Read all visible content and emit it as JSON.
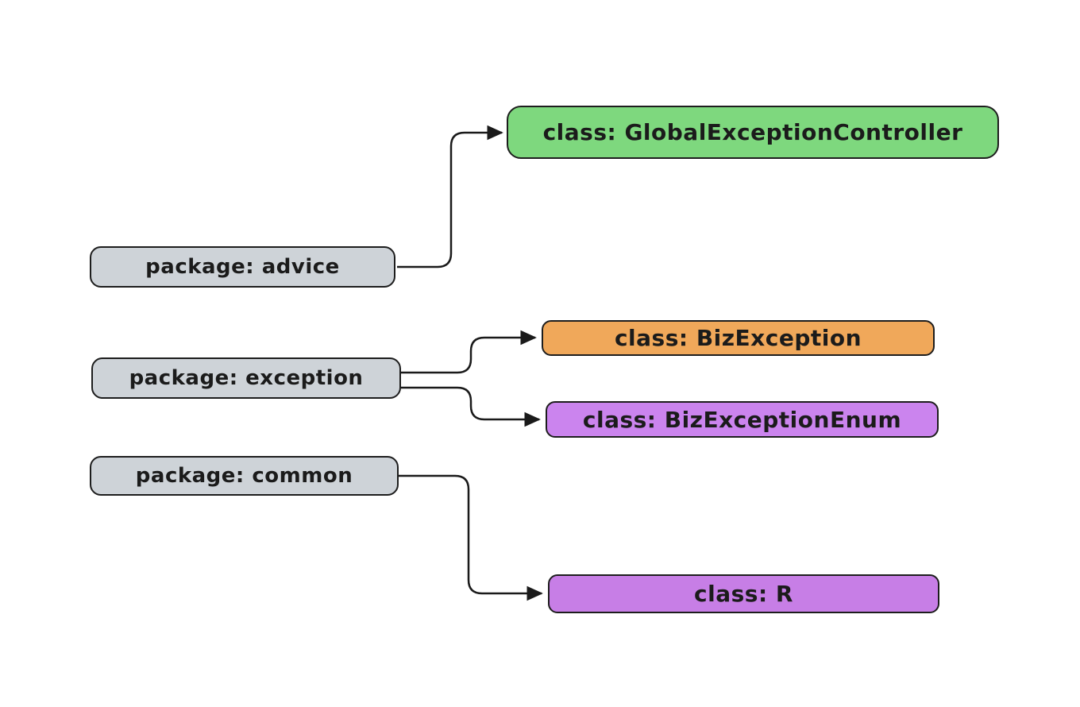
{
  "diagram": {
    "type": "flowchart",
    "background": "#ffffff",
    "edge_color": "#1a1a1a",
    "node_border_color": "#1d1d1d",
    "text_color": "#1b1b1b",
    "nodes": [
      {
        "id": "advice",
        "label": "package: advice",
        "kind": "package",
        "fill": "#ced3d8"
      },
      {
        "id": "exception",
        "label": "package: exception",
        "kind": "package",
        "fill": "#ced3d8"
      },
      {
        "id": "common",
        "label": "package: common",
        "kind": "package",
        "fill": "#ced3d8"
      },
      {
        "id": "global-exception-controller",
        "label": "class: GlobalExceptionController",
        "kind": "class",
        "fill": "#7ed87e"
      },
      {
        "id": "biz-exception",
        "label": "class: BizException",
        "kind": "class",
        "fill": "#f0a85a"
      },
      {
        "id": "biz-exception-enum",
        "label": "class: BizExceptionEnum",
        "kind": "class",
        "fill": "#cb84ee"
      },
      {
        "id": "r",
        "label": "class: R",
        "kind": "class",
        "fill": "#c77ee6"
      }
    ],
    "edges": [
      {
        "from": "package: advice",
        "to": "class: GlobalExceptionController"
      },
      {
        "from": "package: exception",
        "to": "class: BizException"
      },
      {
        "from": "package: exception",
        "to": "class: BizExceptionEnum"
      },
      {
        "from": "package: common",
        "to": "class: R"
      }
    ]
  }
}
